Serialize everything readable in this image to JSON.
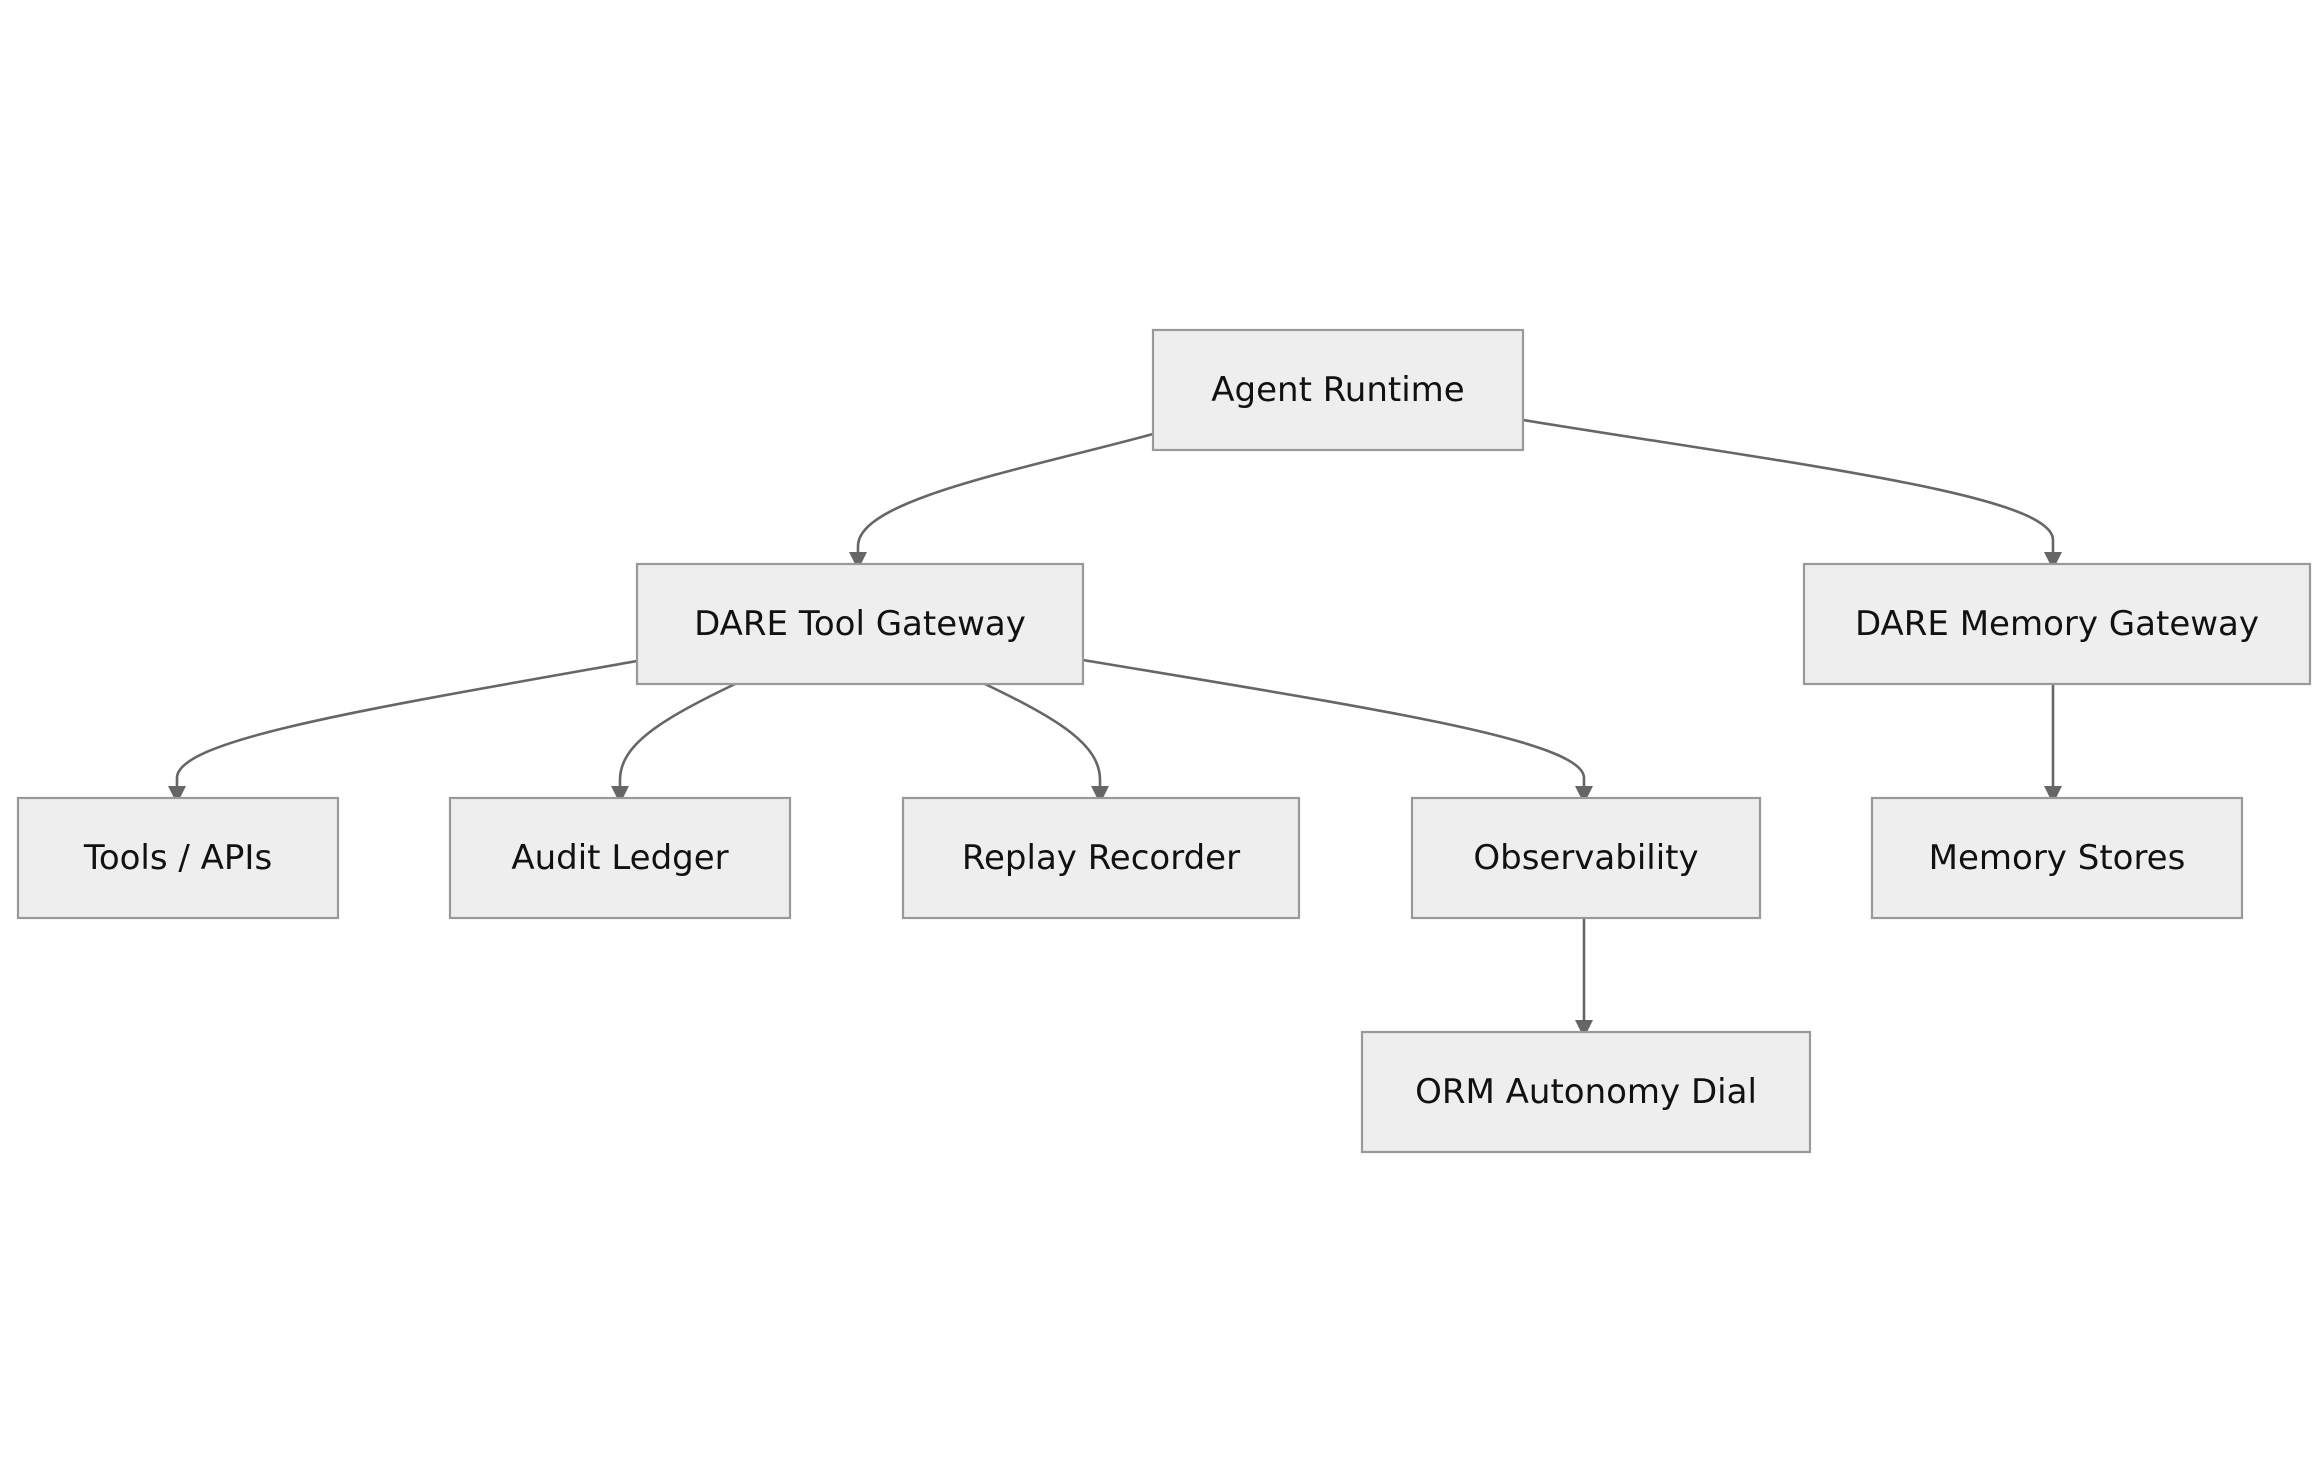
{
  "nodes": [
    {
      "id": "agent-runtime",
      "label": "Agent Runtime"
    },
    {
      "id": "dare-tool-gateway",
      "label": "DARE Tool Gateway"
    },
    {
      "id": "dare-memory-gateway",
      "label": "DARE Memory Gateway"
    },
    {
      "id": "tools-apis",
      "label": "Tools / APIs"
    },
    {
      "id": "audit-ledger",
      "label": "Audit Ledger"
    },
    {
      "id": "replay-recorder",
      "label": "Replay Recorder"
    },
    {
      "id": "observability",
      "label": "Observability"
    },
    {
      "id": "memory-stores",
      "label": "Memory Stores"
    },
    {
      "id": "orm-autonomy-dial",
      "label": "ORM Autonomy Dial"
    }
  ],
  "edges": [
    {
      "from": "agent-runtime",
      "to": "dare-tool-gateway"
    },
    {
      "from": "agent-runtime",
      "to": "dare-memory-gateway"
    },
    {
      "from": "dare-tool-gateway",
      "to": "tools-apis"
    },
    {
      "from": "dare-tool-gateway",
      "to": "audit-ledger"
    },
    {
      "from": "dare-tool-gateway",
      "to": "replay-recorder"
    },
    {
      "from": "dare-tool-gateway",
      "to": "observability"
    },
    {
      "from": "dare-memory-gateway",
      "to": "memory-stores"
    },
    {
      "from": "observability",
      "to": "orm-autonomy-dial"
    }
  ],
  "colors": {
    "node_fill": "#eeeeee",
    "node_border": "#999999",
    "edge": "#666666",
    "text": "#111111",
    "background": "#ffffff"
  }
}
